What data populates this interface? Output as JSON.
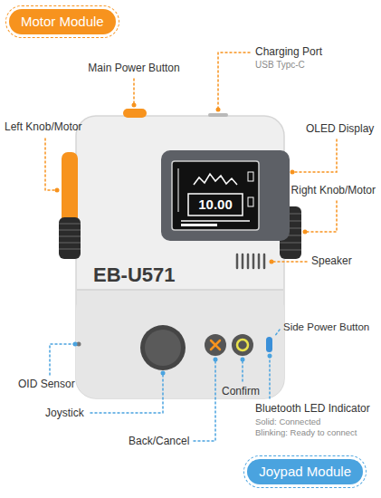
{
  "diagram": {
    "nodes": [
      {
        "text": [
          "Motor Module"
        ]
      },
      {
        "text": [
          "Joypad Module"
        ]
      }
    ],
    "labels": [
      "Main Power Button",
      "Charging Port",
      "USB Typc-C",
      "Left Knob/Motor",
      "OLED Display",
      "Right Knob/Motor",
      "Speaker",
      "Side Power Button",
      "OID Sensor",
      "Joystick",
      "Confirm",
      "Bluetooth LED Indicator",
      "Solid: Connected",
      "Blinking: Ready to connect",
      "Back/Cancel",
      "EB-U571",
      "10.00"
    ]
  }
}
